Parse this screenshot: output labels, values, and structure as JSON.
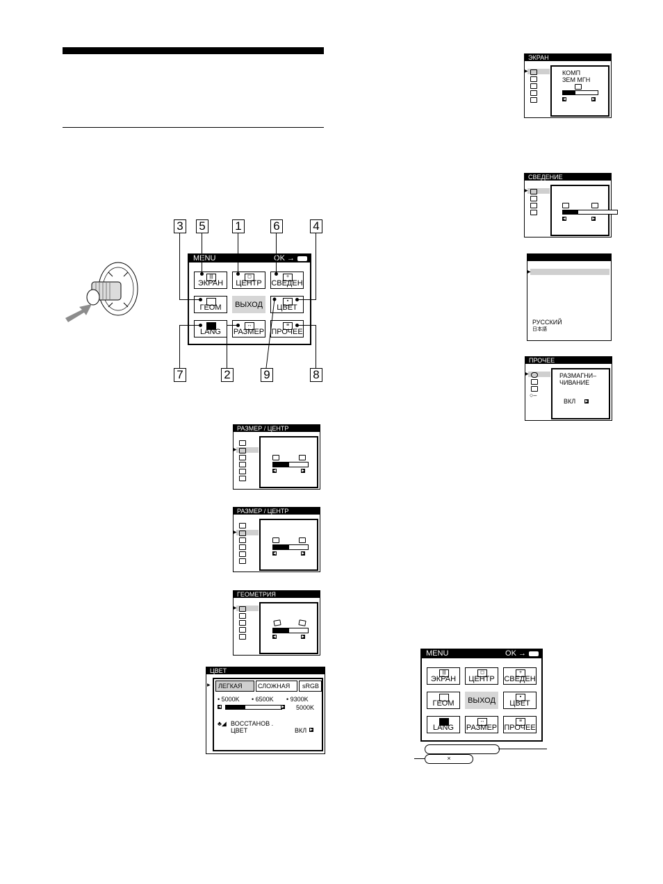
{
  "main_menu": {
    "title": "MENU",
    "ok_label": "OK",
    "buttons": {
      "picture": "ЭКРАН",
      "center": "ЦЕНТР",
      "convergence": "СВЕДЕН",
      "geometry": "ГЕОМ",
      "exit": "ВЫХОД",
      "color": "ЦВЕТ",
      "lang": "LANG",
      "size": "РАЗМЕР",
      "options": "ПРОЧЕЕ"
    },
    "callouts": [
      "3",
      "5",
      "1",
      "6",
      "4",
      "7",
      "2",
      "9",
      "8"
    ]
  },
  "picture_panel": {
    "title": "ЭКРАН",
    "line1": "КОМП",
    "line2": "ЗЕМ МГН",
    "bar_level": 0.35
  },
  "convergence_panel": {
    "title": "СВЕДЕНИЕ",
    "bar_level": 0.28
  },
  "lang_panel": {
    "title": "",
    "option_ru": "РУССКИЙ",
    "option_jp": "日本語"
  },
  "options_panel": {
    "title": "ПРОЧЕЕ",
    "line1": "РАЗМАГНИ–",
    "line2": "ЧИВАНИЕ",
    "value": "ВКЛ"
  },
  "size_center_panel_1": {
    "title": "РАЗМЕР / ЦЕНТР",
    "bar_level": 0.45
  },
  "size_center_panel_2": {
    "title": "РАЗМЕР / ЦЕНТР",
    "bar_level": 0.45
  },
  "geometry_panel": {
    "title": "ГЕОМЕТРИЯ",
    "bar_level": 0.45
  },
  "color_panel": {
    "title": "ЦВЕТ",
    "tabs": [
      "ЛЕГКАЯ",
      "СЛОЖНАЯ",
      "sRGB"
    ],
    "temps": [
      "5000K",
      "6500K",
      "9300K"
    ],
    "current_temp": "5000K",
    "bar_level": 0.35,
    "restore_line1": "ВОССТАНОВ .",
    "restore_line2": "ЦВЕТ",
    "restore_value": "ВКЛ"
  },
  "bottom_menu": {
    "title": "MENU",
    "ok_label": "OK",
    "buttons": {
      "picture": "ЭКРАН",
      "center": "ЦЕНТР",
      "convergence": "СВЕДЕН",
      "geometry": "ГЕОМ",
      "exit": "ВЫХОД",
      "color": "ЦВЕТ",
      "lang": "LANG",
      "size": "РАЗМЕР",
      "options": "ПРОЧЕЕ"
    },
    "pill_2": "×"
  }
}
